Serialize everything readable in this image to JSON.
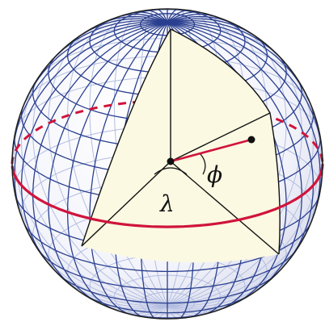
{
  "diagram": {
    "symbols": {
      "latitude": "ϕ",
      "longitude": "λ"
    },
    "colors": {
      "grid_front": "#2a3f8f",
      "grid_back": "#b3bde0",
      "equator": "#d0143c",
      "wedge_fill": "#fbf9e2",
      "outline": "#111111"
    },
    "grid": {
      "meridian_step_deg": 10,
      "parallel_step_deg": 10
    },
    "angles": {
      "lambda_deg": 75,
      "phi_deg": 20
    }
  }
}
